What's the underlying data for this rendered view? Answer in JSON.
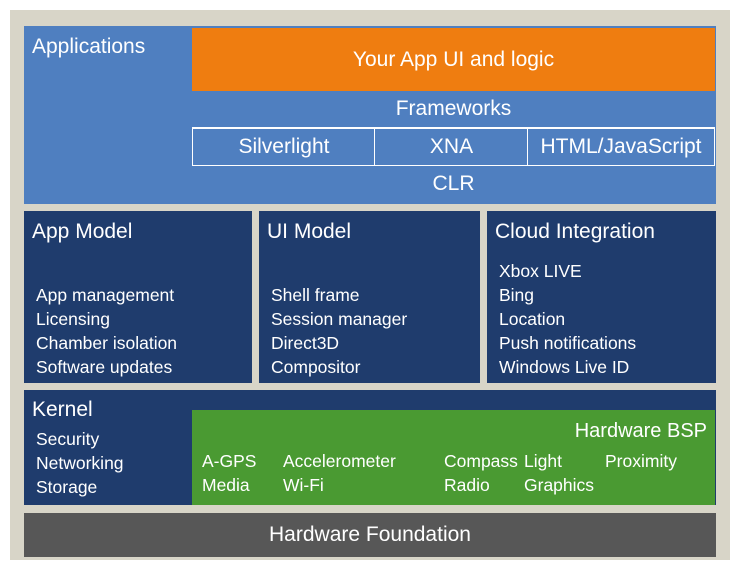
{
  "applications": {
    "title": "Applications",
    "your_app": "Your App UI and logic",
    "frameworks": "Frameworks",
    "framework_items": [
      "Silverlight",
      "XNA",
      "HTML/JavaScript"
    ],
    "clr": "CLR"
  },
  "app_model": {
    "title": "App Model",
    "items": [
      "App management",
      "Licensing",
      "Chamber isolation",
      "Software updates"
    ]
  },
  "ui_model": {
    "title": "UI Model",
    "items": [
      "Shell frame",
      "Session manager",
      "Direct3D",
      "Compositor"
    ]
  },
  "cloud_integration": {
    "title": "Cloud Integration",
    "items": [
      "Xbox LIVE",
      "Bing",
      "Location",
      "Push notifications",
      "Windows Live ID"
    ]
  },
  "kernel": {
    "title": "Kernel",
    "items": [
      "Security",
      "Networking",
      "Storage"
    ]
  },
  "hardware_bsp": {
    "title": "Hardware BSP",
    "items": [
      "A-GPS",
      "Accelerometer",
      "Compass",
      "Light",
      "Proximity",
      "Media",
      "Wi-Fi",
      "Radio",
      "Graphics"
    ]
  },
  "hardware_foundation": "Hardware Foundation",
  "colors": {
    "background": "#d8d5c8",
    "applications_blue": "#4f7fc0",
    "dark_blue": "#1f3c6d",
    "orange": "#ef7d10",
    "green": "#4a9a32",
    "gray": "#575757"
  }
}
